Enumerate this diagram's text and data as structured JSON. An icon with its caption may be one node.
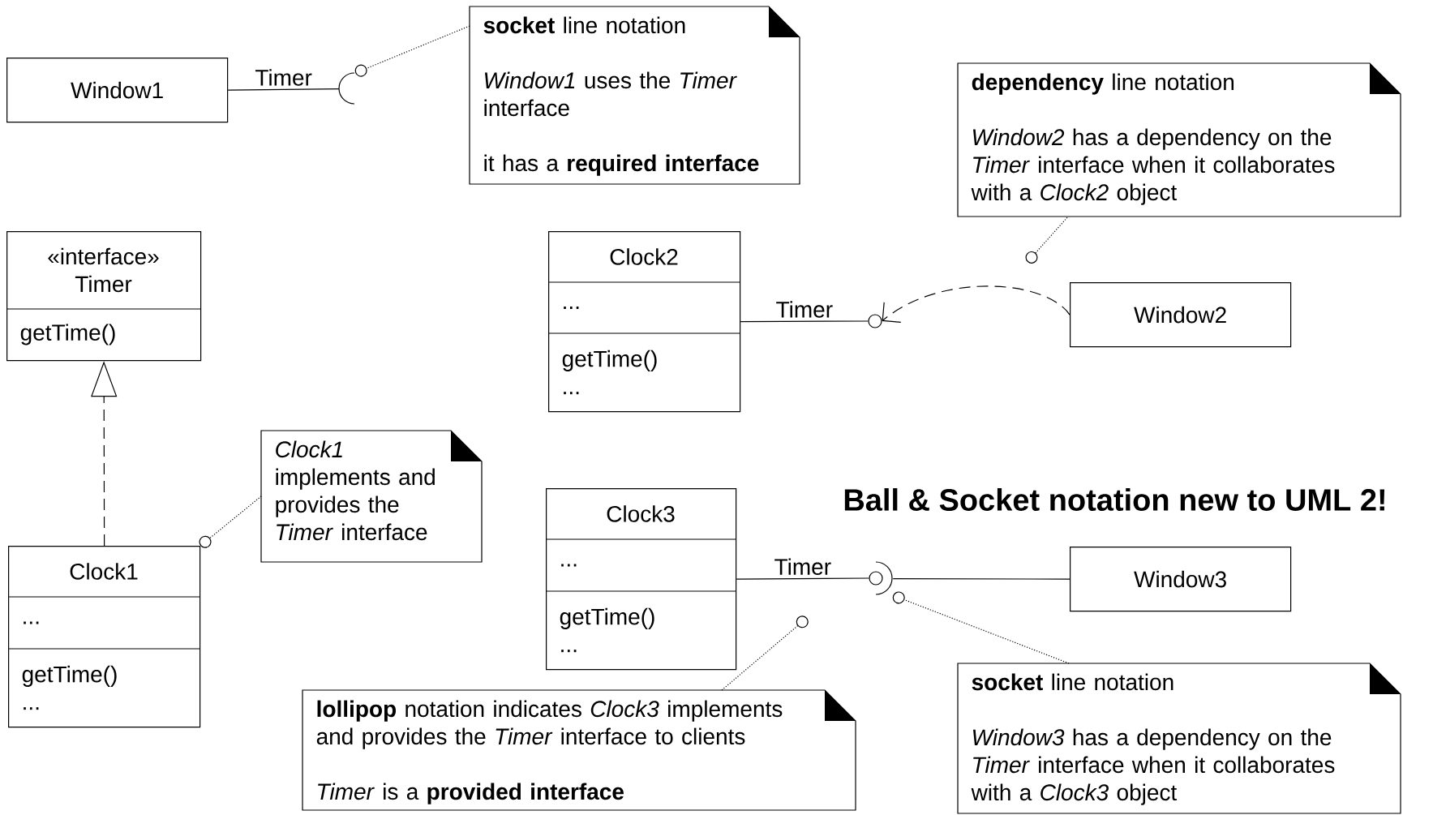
{
  "diagram": {
    "title": "Ball & Socket notation new to UML 2!",
    "nodes": [
      {
        "text": [
          "Window1"
        ]
      },
      {
        "text": [],
        "shape": "socket"
      },
      {
        "text": [
          "**socket** line notation",
          "*Window1* uses the *Timer* interface",
          "it has a **required interface**"
        ]
      },
      {
        "text": [
          "«interface»",
          "Timer",
          "getTime()"
        ]
      },
      {
        "text": [
          "Clock1",
          "...",
          "getTime()",
          "..."
        ]
      },
      {
        "text": [
          "*Clock1* implements and provides the *Timer* interface"
        ]
      },
      {
        "text": [
          "Clock2",
          "...",
          "getTime()",
          "..."
        ]
      },
      {
        "text": [],
        "shape": "circle"
      },
      {
        "text": [
          "Window2"
        ]
      },
      {
        "text": [
          "**dependency** line notation",
          "*Window2* has a dependency on the *Timer* interface when it collaborates with a *Clock2* object"
        ]
      },
      {
        "text": [
          "Clock3",
          "...",
          "getTime()",
          "..."
        ]
      },
      {
        "text": [],
        "shape": "circle"
      },
      {
        "text": [],
        "shape": "socket"
      },
      {
        "text": [
          "Window3"
        ]
      },
      {
        "text": [
          "**lollipop** notation indicates *Clock3* implements and provides the *Timer* interface to clients",
          "*Timer* is a **provided interface**"
        ]
      },
      {
        "text": [
          "**socket** line notation",
          "*Window3* has a dependency on the *Timer* interface when it collaborates with a *Clock3* object"
        ]
      }
    ],
    "edges": [
      {
        "from": 0,
        "to": 1,
        "arrow": "none",
        "label": "Timer"
      },
      {
        "from": 2,
        "to": 1,
        "arrow": "other",
        "style": "dashed"
      },
      {
        "from": 4,
        "to": 3,
        "arrow": "to",
        "style": "dashed"
      },
      {
        "from": 5,
        "to": 4,
        "arrow": "other",
        "style": "dashed"
      },
      {
        "from": 6,
        "to": 7,
        "arrow": "none",
        "label": "Timer"
      },
      {
        "from": 8,
        "to": 7,
        "arrow": "to",
        "style": "dashed"
      },
      {
        "from": 9,
        "to": null,
        "arrow": "other",
        "style": "dashed"
      },
      {
        "from": 10,
        "to": 11,
        "arrow": "none",
        "label": "Timer"
      },
      {
        "from": 13,
        "to": 12,
        "arrow": "none"
      },
      {
        "from": 14,
        "to": null,
        "arrow": "other",
        "style": "dashed"
      },
      {
        "from": 15,
        "to": 12,
        "arrow": "other",
        "style": "dashed"
      }
    ]
  }
}
